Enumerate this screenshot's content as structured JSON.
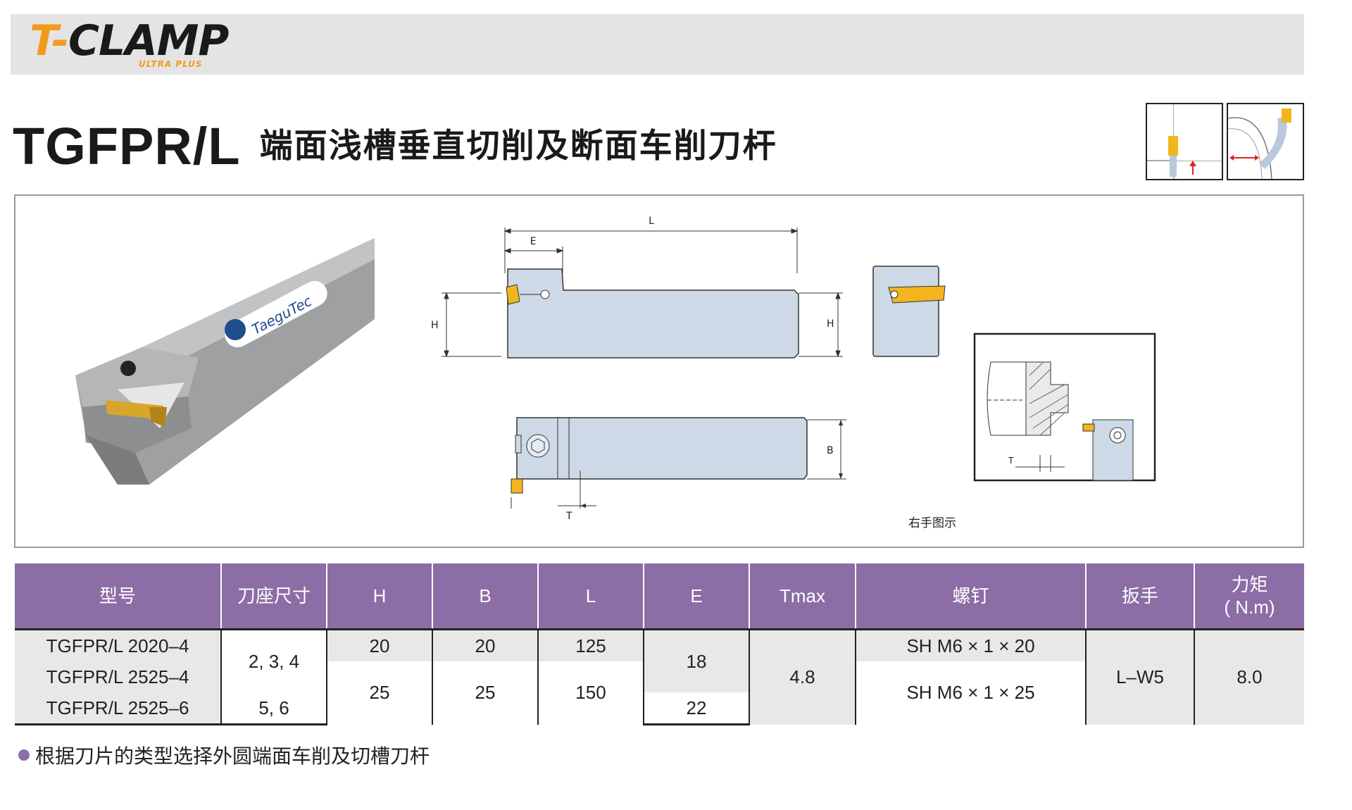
{
  "header": {
    "logo_main": "CLAMP",
    "logo_prefix": "T-",
    "logo_sub": "ULTRA PLUS"
  },
  "title": {
    "code": "TGFPR/L",
    "name": "端面浅槽垂直切削及断面车削刀杆"
  },
  "icons": [
    "face-grooving-operation-icon",
    "face-turning-operation-icon"
  ],
  "drawing": {
    "brand_on_holder": "TaeguTec",
    "dim_labels": {
      "L": "L",
      "E": "E",
      "H": "H",
      "B": "B",
      "T": "T"
    },
    "caption": "右手图示"
  },
  "table": {
    "headers": [
      "型号",
      "刀座尺寸",
      "H",
      "B",
      "L",
      "E",
      "Tmax",
      "螺钉",
      "扳手",
      "力矩\n( N.m)"
    ],
    "rows": [
      {
        "model": "TGFPR/L 2020–4",
        "seat": "2, 3, 4",
        "H": "20",
        "B": "20",
        "L": "125",
        "E": "18",
        "Tmax": "4.8",
        "screw": "SH M6 × 1 × 20",
        "wrench": "L–W5",
        "torque": "8.0"
      },
      {
        "model": "TGFPR/L 2525–4",
        "seat": "2, 3, 4",
        "H": "25",
        "B": "25",
        "L": "150",
        "E": "18",
        "Tmax": "4.8",
        "screw": "SH M6 × 1 × 25",
        "wrench": "L–W5",
        "torque": "8.0"
      },
      {
        "model": "TGFPR/L 2525–6",
        "seat": "5, 6",
        "H": "25",
        "B": "25",
        "L": "150",
        "E": "22",
        "Tmax": "4.8",
        "screw": "SH M6 × 1 × 25",
        "wrench": "L–W5",
        "torque": "8.0"
      }
    ]
  },
  "note": "根据刀片的类型选择外圆端面车削及切槽刀杆",
  "colors": {
    "accent_purple": "#8c6da6",
    "logo_orange": "#f39a1d",
    "insert_yellow": "#f2b51e",
    "holder_blue": "#cdd9e6"
  }
}
